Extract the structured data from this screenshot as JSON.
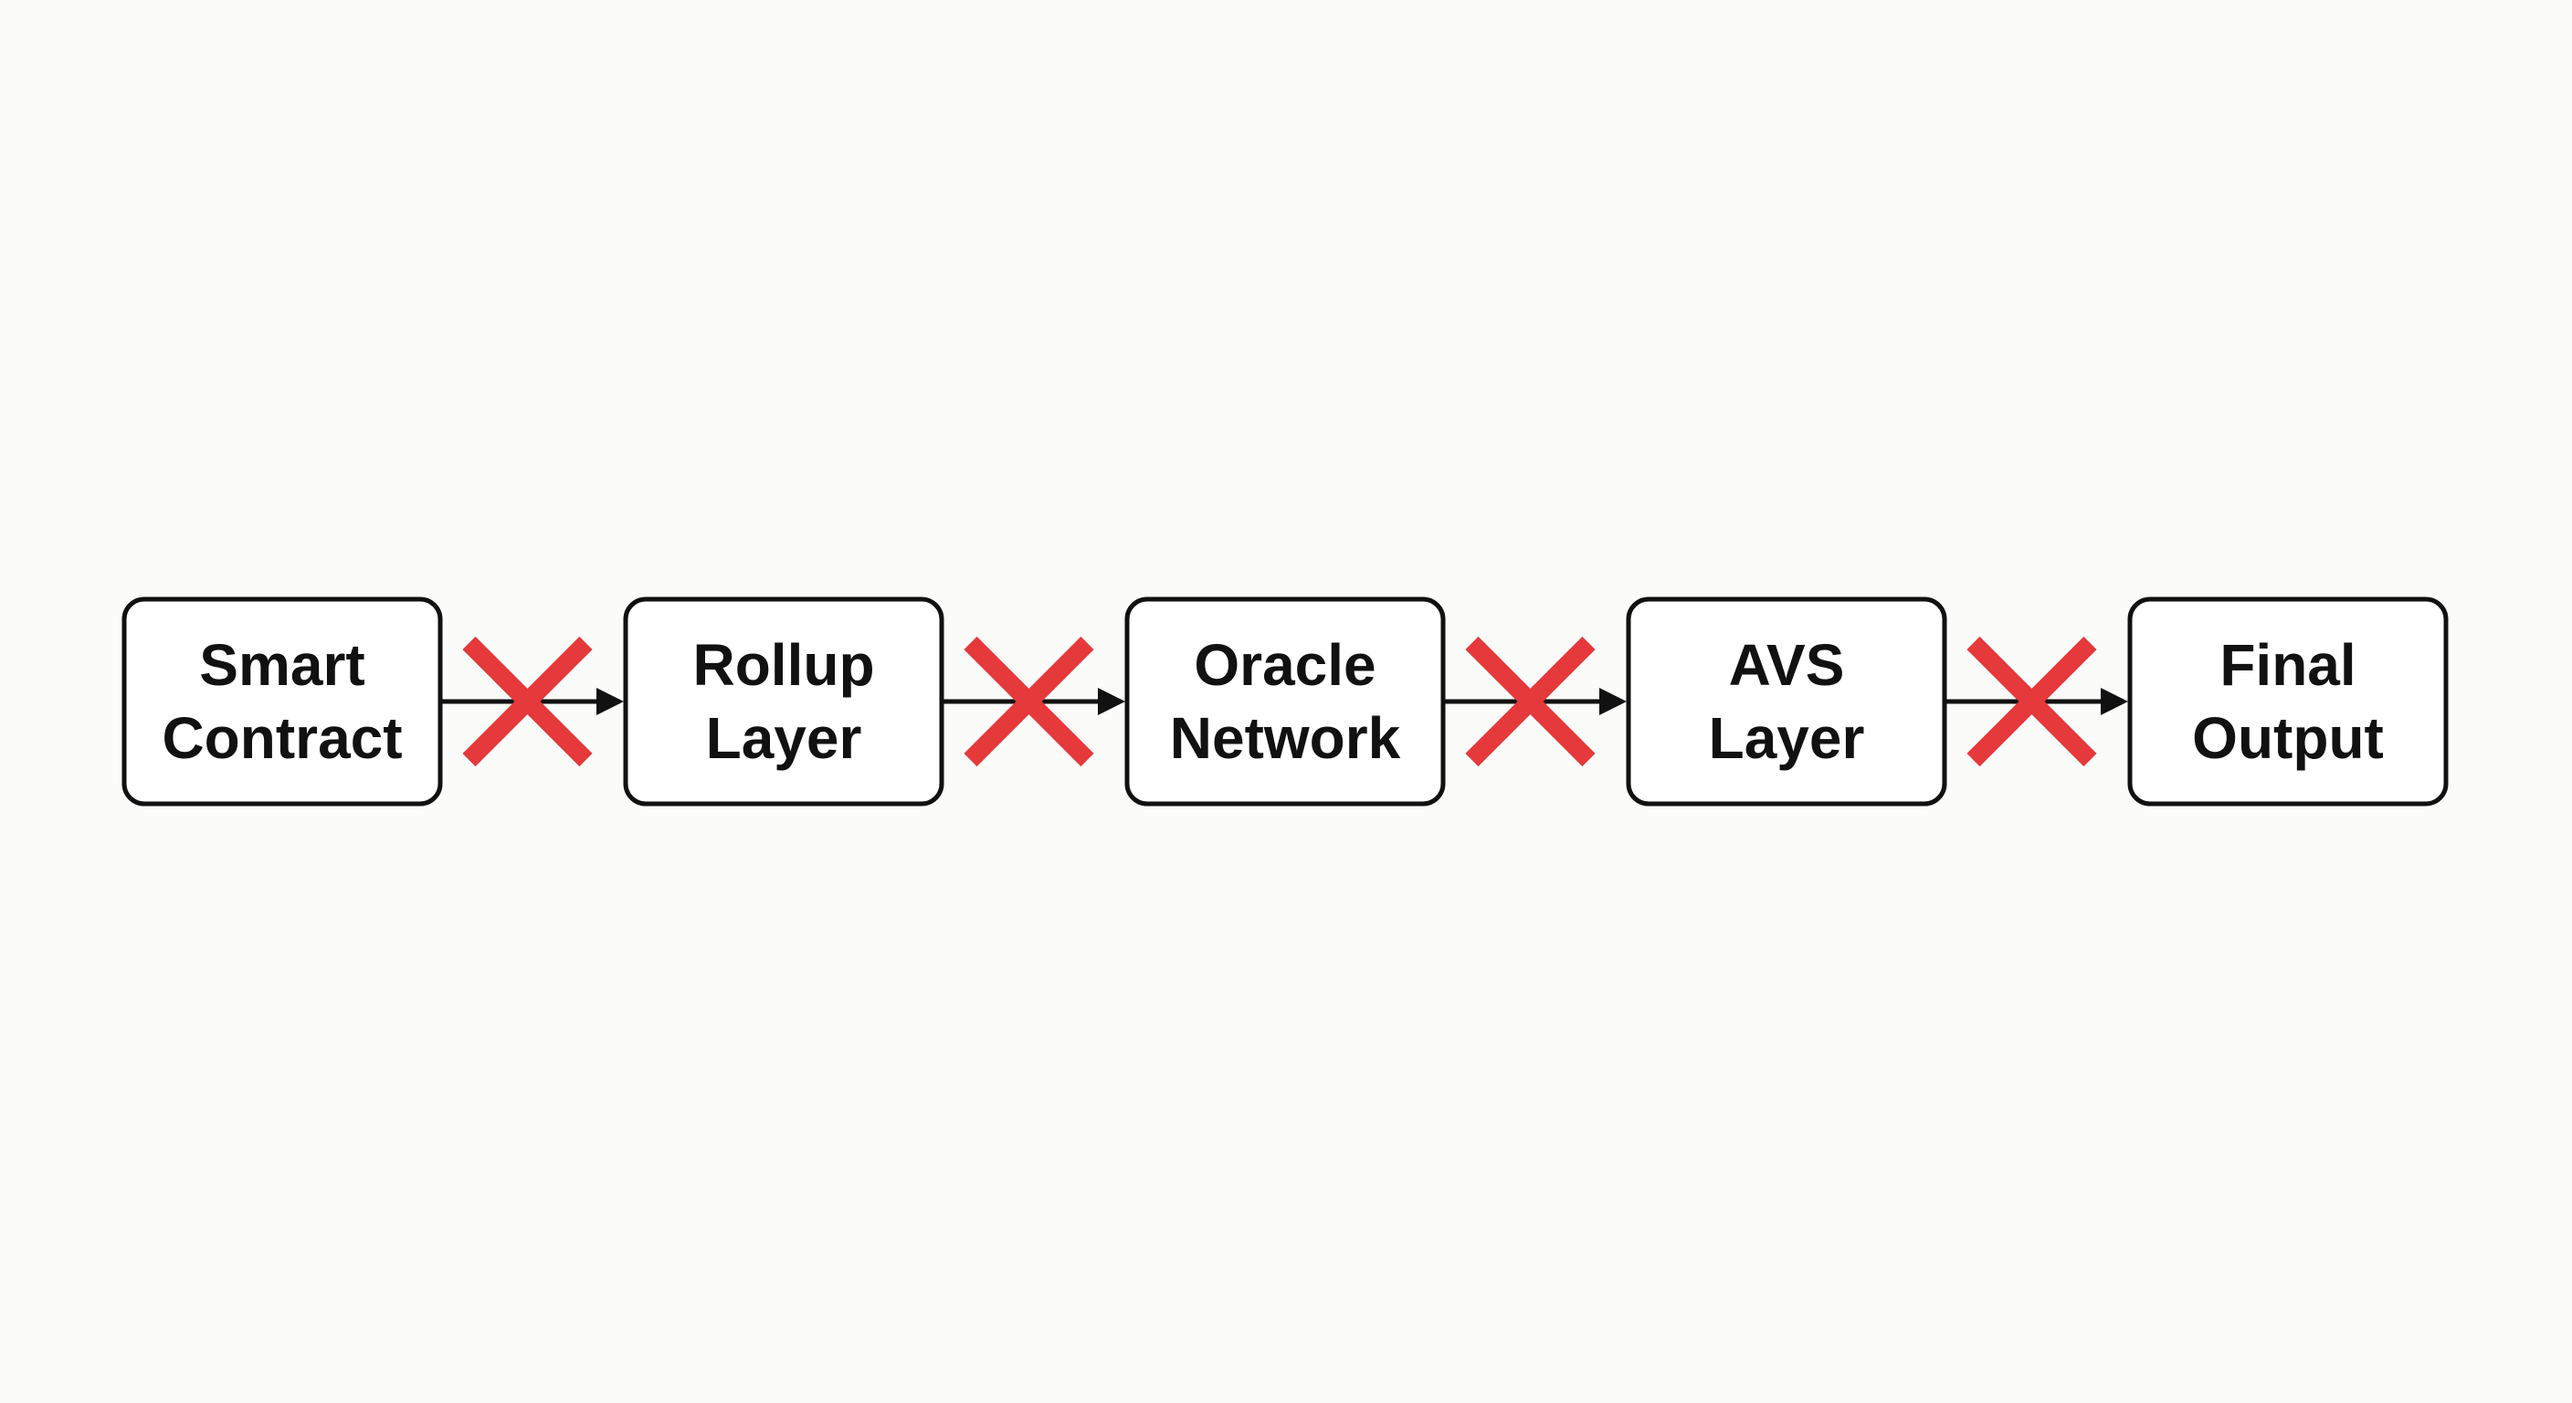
{
  "nodes": [
    {
      "id": "smart-contract",
      "lines": [
        "Smart",
        "Contract"
      ]
    },
    {
      "id": "rollup-layer",
      "lines": [
        "Rollup",
        "Layer"
      ]
    },
    {
      "id": "oracle-network",
      "lines": [
        "Oracle",
        "Network"
      ]
    },
    {
      "id": "avs-layer",
      "lines": [
        "AVS",
        "Layer"
      ]
    },
    {
      "id": "final-output",
      "lines": [
        "Final",
        "Output"
      ]
    }
  ],
  "connectors": [
    {
      "from": "smart-contract",
      "to": "rollup-layer",
      "status": "blocked"
    },
    {
      "from": "rollup-layer",
      "to": "oracle-network",
      "status": "blocked"
    },
    {
      "from": "oracle-network",
      "to": "avs-layer",
      "status": "blocked"
    },
    {
      "from": "avs-layer",
      "to": "final-output",
      "status": "blocked"
    }
  ],
  "colors": {
    "background": "#fbfbf9",
    "box_border": "#111111",
    "text": "#111111",
    "arrow": "#111111",
    "blocked_mark": "#e5393b"
  },
  "icons": {
    "blocked_mark": "x-mark-icon",
    "arrow_head": "arrow-head-icon"
  }
}
